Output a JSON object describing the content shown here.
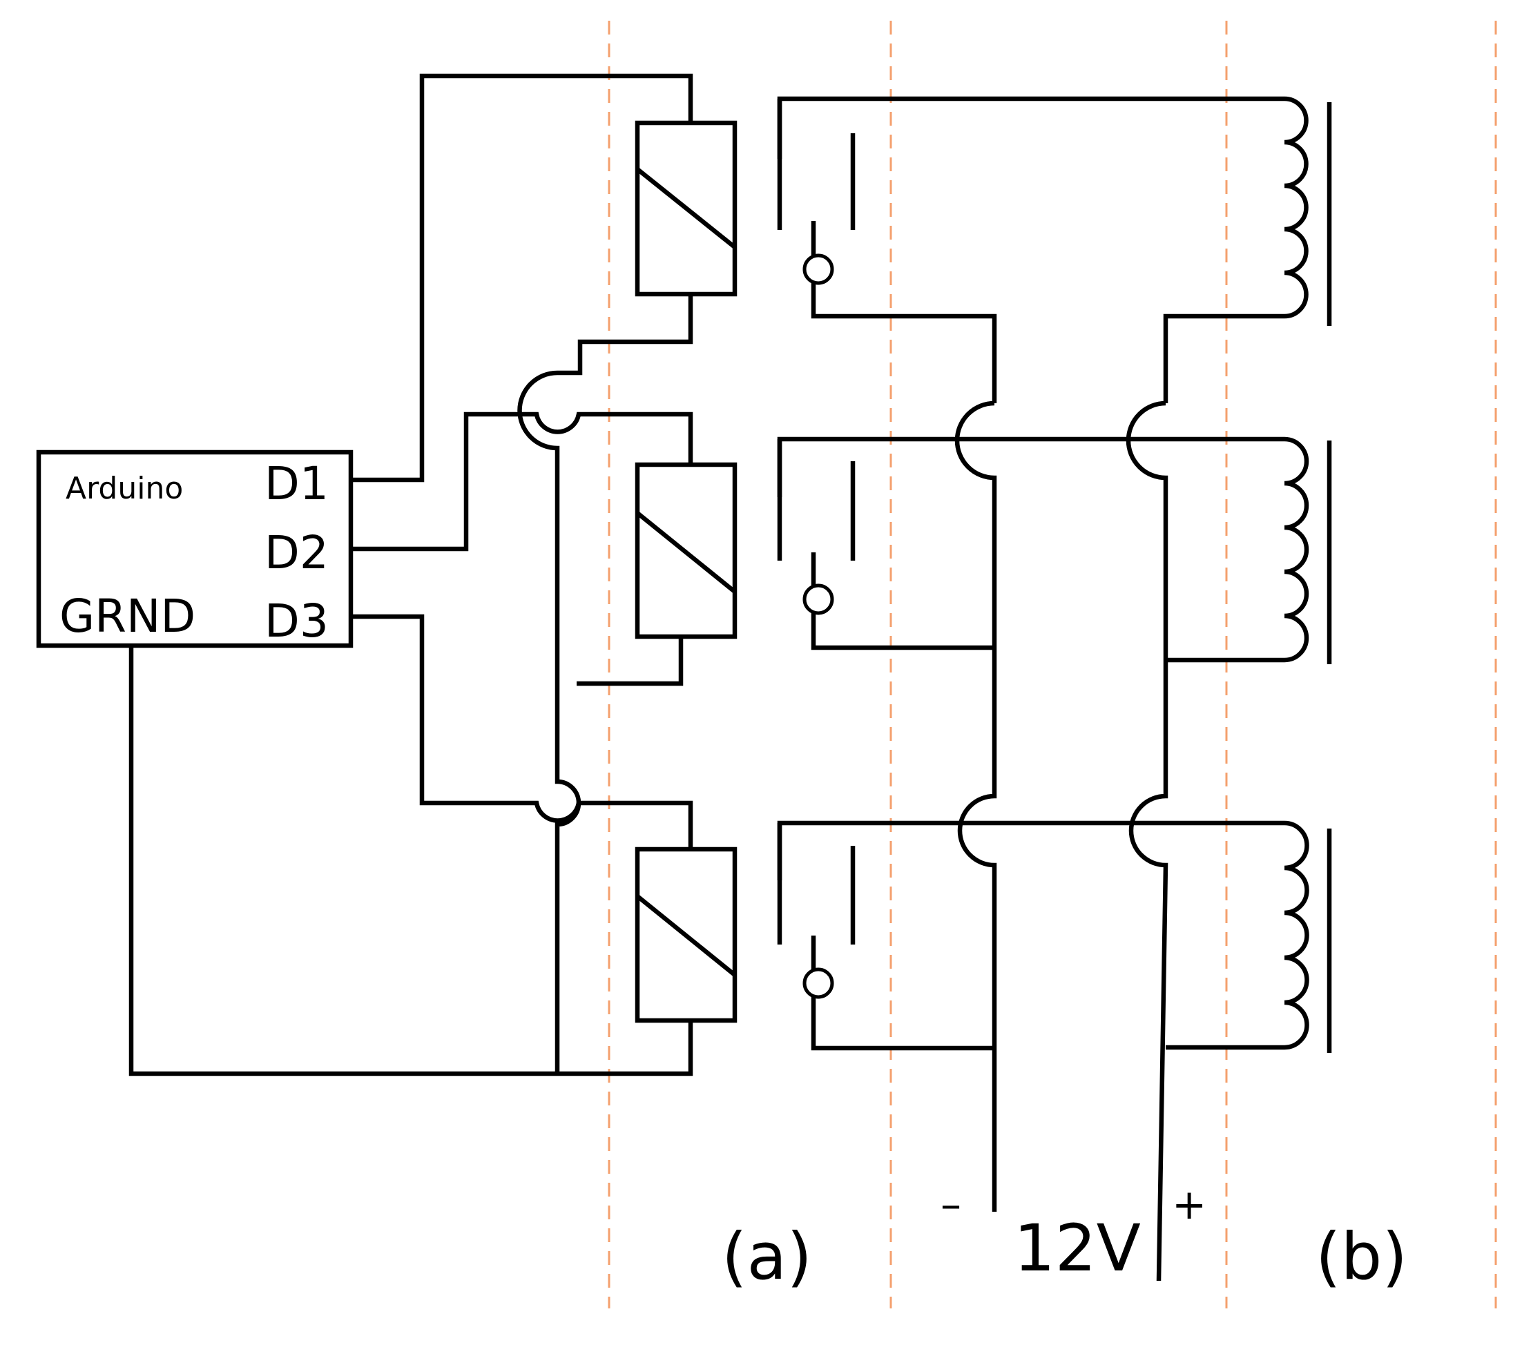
{
  "arduino": {
    "title": "Arduino",
    "pins": [
      "D1",
      "D2",
      "D3"
    ],
    "ground": "GRND"
  },
  "power": {
    "voltage": "12V",
    "minus": "–",
    "plus": "+"
  },
  "panels": {
    "a": "(a)",
    "b": "(b)"
  },
  "colors": {
    "wire": "#000000",
    "divider": "#f4a06e",
    "background": "#ffffff"
  }
}
